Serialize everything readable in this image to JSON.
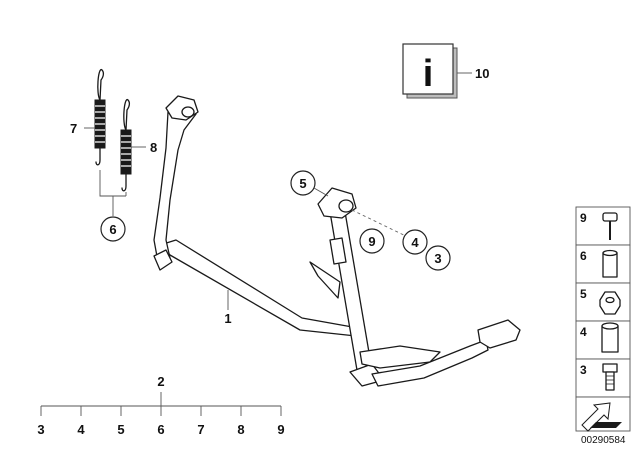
{
  "callouts": {
    "c1": "1",
    "c7": "7",
    "c8": "8",
    "c6": "6",
    "c5": "5",
    "c9": "9",
    "c4": "4",
    "c3": "3",
    "c10": "10"
  },
  "kit": {
    "number": "2",
    "items": [
      "3",
      "4",
      "5",
      "6",
      "7",
      "8",
      "9"
    ]
  },
  "info_icon": {
    "glyph": "i",
    "icon": "info-icon"
  },
  "parts_column": {
    "items": [
      {
        "label": "9",
        "icon": "pin-icon"
      },
      {
        "label": "6",
        "icon": "sleeve-icon"
      },
      {
        "label": "5",
        "icon": "nut-icon"
      },
      {
        "label": "4",
        "icon": "bushing-icon"
      },
      {
        "label": "3",
        "icon": "screw-icon"
      }
    ],
    "bottom_icon": "arrow-icon"
  },
  "diagram_id": "00290584"
}
